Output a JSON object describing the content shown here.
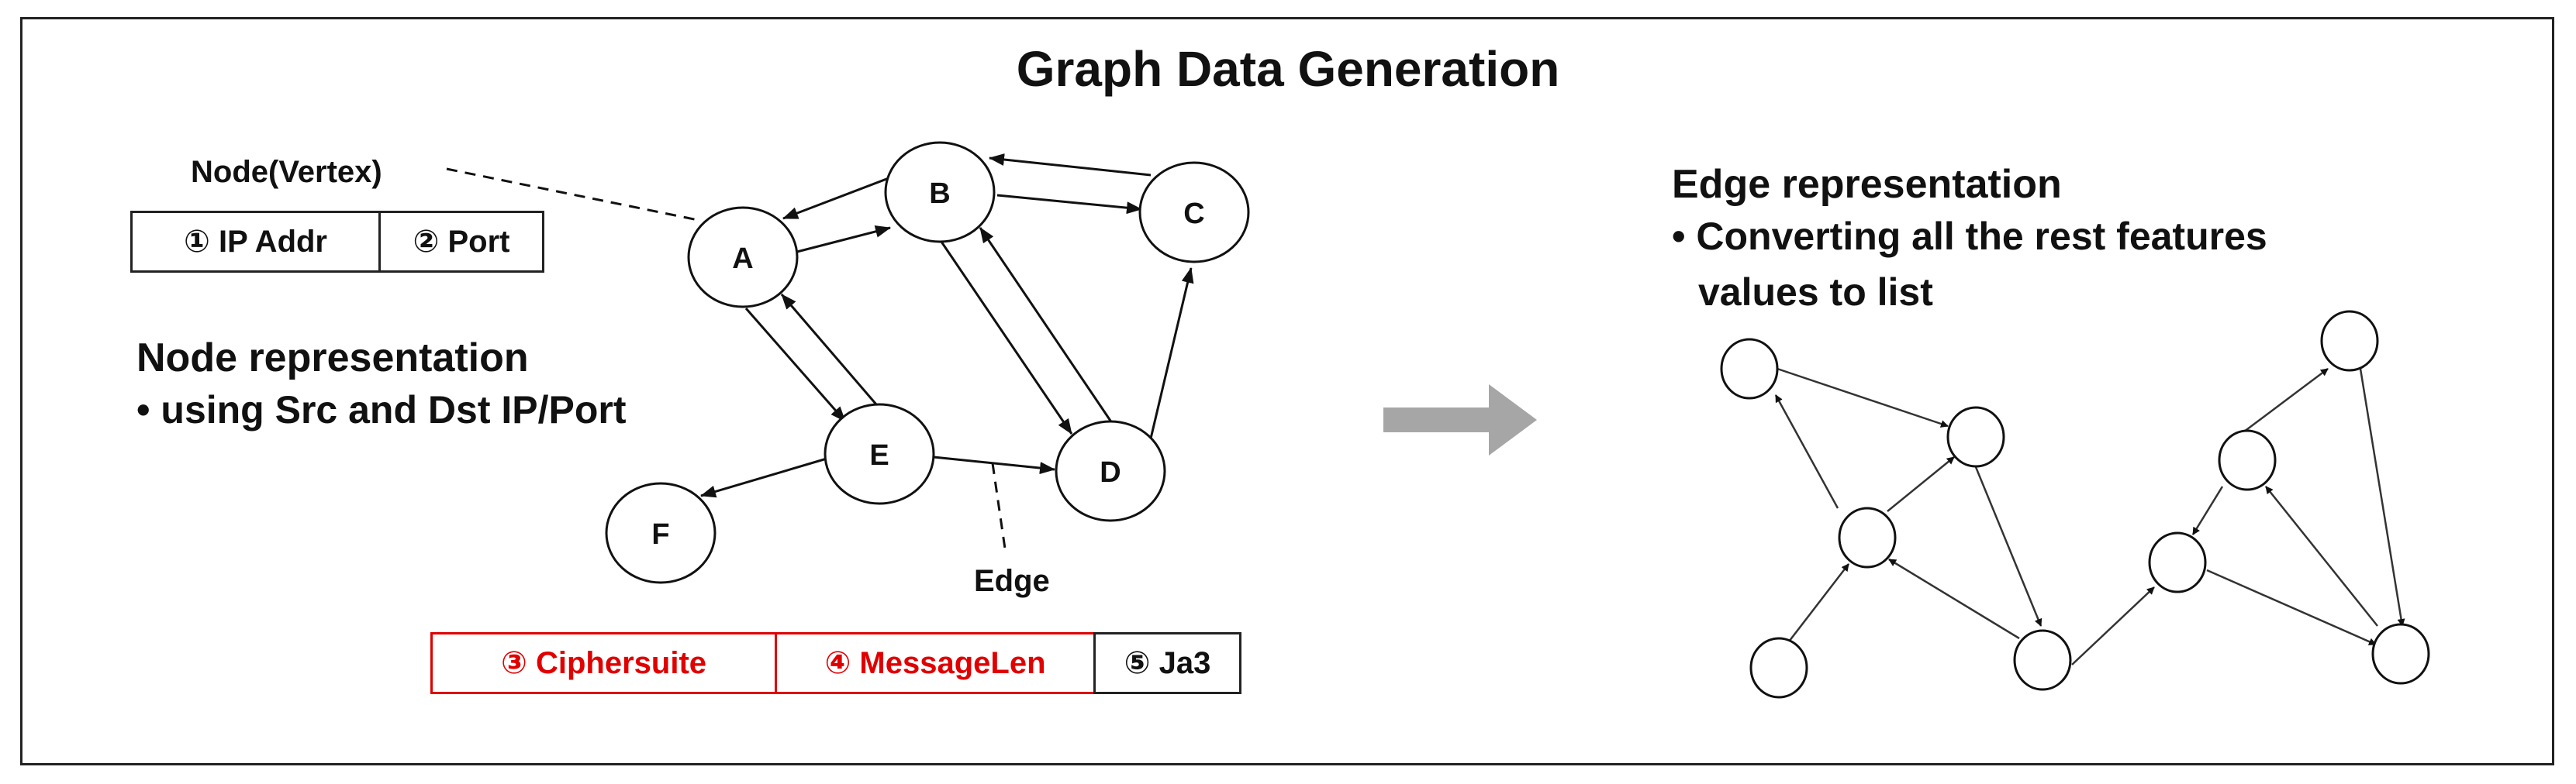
{
  "title": "Graph Data Generation",
  "node_label": "Node(Vertex)",
  "node_features": [
    "① IP Addr",
    "② Port"
  ],
  "node_section": {
    "heading": "Node representation",
    "bullet": "• using Src and Dst IP/Port"
  },
  "edge_label": "Edge",
  "edge_features": [
    {
      "text": "③ Ciphersuite",
      "highlight": true
    },
    {
      "text": "④ MessageLen",
      "highlight": true
    },
    {
      "text": "⑤ Ja3",
      "highlight": false
    }
  ],
  "edge_section": {
    "heading": "Edge representation",
    "bullet_line1": "• Converting all the rest features",
    "bullet_line2": "values to list"
  },
  "graph_nodes": [
    "A",
    "B",
    "C",
    "D",
    "E",
    "F"
  ],
  "colors": {
    "highlight": "#e00000",
    "arrow": "#a6a6a6",
    "line": "#111111"
  }
}
